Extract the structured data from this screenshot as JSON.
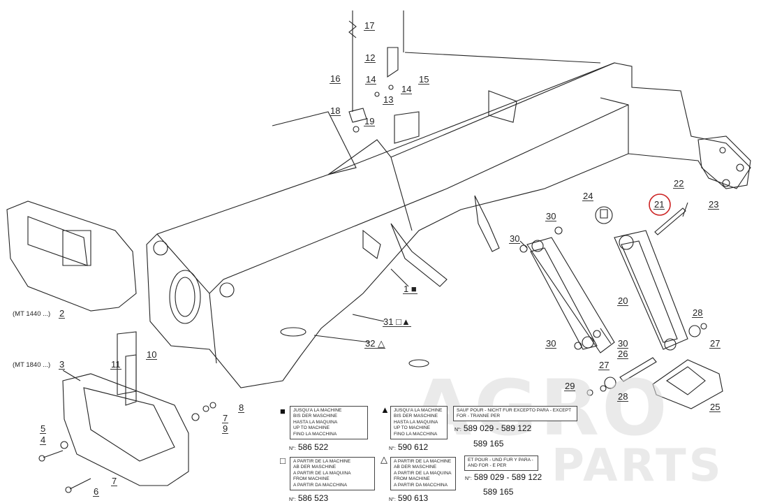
{
  "watermark": {
    "line1": "AGRO",
    "line2": "PARTS"
  },
  "callouts": {
    "c1": "1",
    "c2": "2",
    "c3": "3",
    "c4": "4",
    "c5": "5",
    "c6": "6",
    "c7a": "7",
    "c7b": "7",
    "c8": "8",
    "c9": "9",
    "c10": "10",
    "c11": "11",
    "c12": "12",
    "c13": "13",
    "c14a": "14",
    "c14b": "14",
    "c15": "15",
    "c16": "16",
    "c17": "17",
    "c18": "18",
    "c19": "19",
    "c20": "20",
    "c21": "21",
    "c22": "22",
    "c23": "23",
    "c24": "24",
    "c25": "25",
    "c26": "26",
    "c27a": "27",
    "c27b": "27",
    "c28a": "28",
    "c28b": "28",
    "c29": "29",
    "c30a": "30",
    "c30b": "30",
    "c30c": "30",
    "c30d": "30",
    "c31": "31",
    "c32": "32"
  },
  "variant_labels": {
    "mt1440": "(MT 1440 ...)",
    "mt1840": "(MT 1840 ...)"
  },
  "legend": {
    "box_until_sq": [
      "JUSQU'A LA MACHINE",
      "BIS DER MASCHINE",
      "HASTA LA MAQUINA",
      "UP TO MACHINE",
      "FINO LA MACCHINA"
    ],
    "box_until_tri": [
      "JUSQU'A LA MACHINE",
      "BIS DER MASCHINE",
      "HASTA LA MAQUINA",
      "UP TO MACHINE",
      "FINO LA MACCHINA"
    ],
    "box_from_sq": [
      "A PARTIR DE LA MACHINE",
      "AB DER MASCHINE",
      "A PARTIR DE LA MAQUINA",
      "FROM MACHINE",
      "A PARTIR DA MACCHINA"
    ],
    "box_from_tri": [
      "A PARTIR DE LA MACHINE",
      "AB DER MASCHINE",
      "A PARTIR DE LA MAQUINA",
      "FROM MACHINE",
      "A PARTIR DA MACCHINA"
    ],
    "except": "SAUF POUR - NICHT FUR EXCEPTO PARA - EXCEPT FOR - TRANNE PER",
    "and_for": "ET POUR - UND FUR Y PARA - AND FOR - E PER",
    "num_prefix": "N°:",
    "n586522": "586 522",
    "n590612": "590 612",
    "n586523": "586 523",
    "n590613": "590 613",
    "range1": "589 029 - 589 122",
    "n589165a": "589 165",
    "range2": "589 029 - 589 122",
    "n589165b": "589 165"
  },
  "highlight": {
    "part": "21",
    "color": "#cc2222"
  }
}
